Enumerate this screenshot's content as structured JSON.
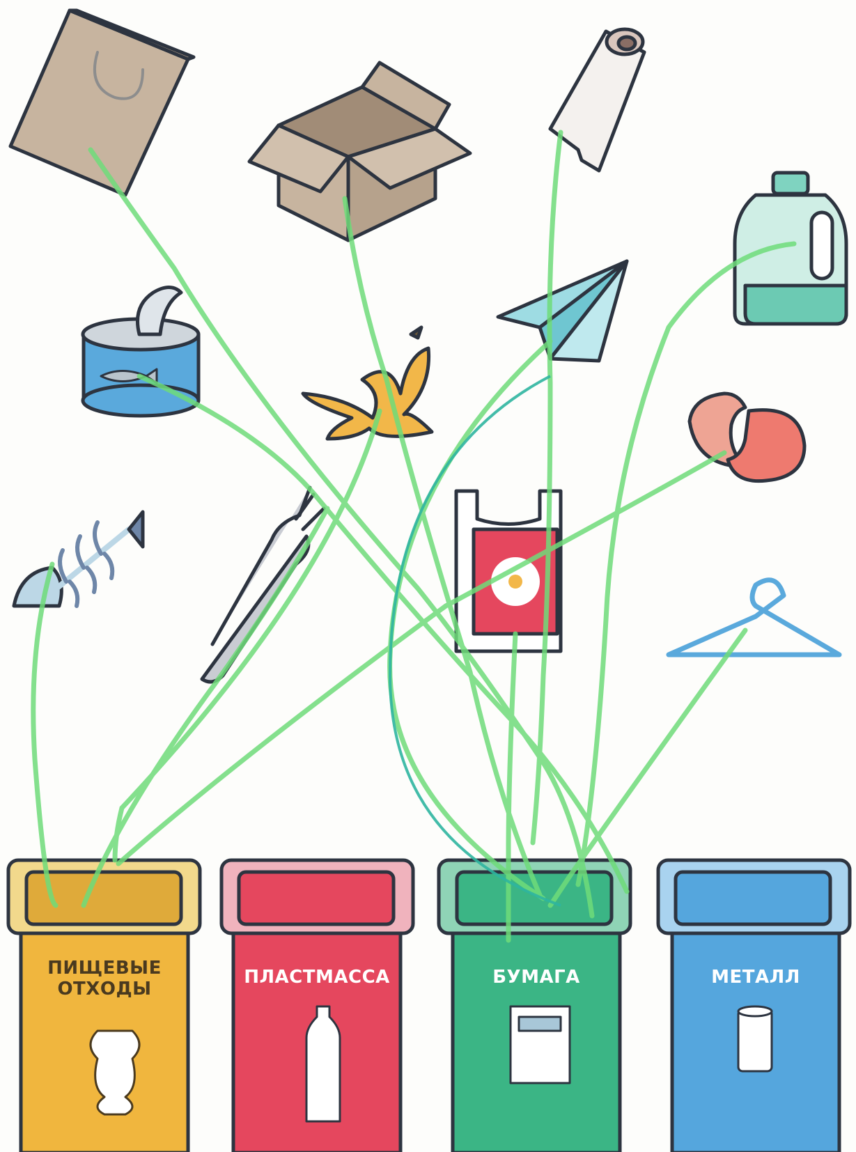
{
  "bins": [
    {
      "id": "food",
      "label_line1": "ПИЩЕВЫЕ",
      "label_line2": "ОТХОДЫ",
      "color": "#f0b63e",
      "lid": "#f2d98c",
      "icon": "apple-core-icon"
    },
    {
      "id": "plastic",
      "label": "ПЛАСТМАССА",
      "color": "#e5475e",
      "lid": "#f0b3bd",
      "icon": "plastic-bottle-icon"
    },
    {
      "id": "paper",
      "label": "БУМАГА",
      "color": "#3bb585",
      "lid": "#8fd4b6",
      "icon": "newspaper-icon"
    },
    {
      "id": "metal",
      "label": "МЕТАЛЛ",
      "color": "#55a6dd",
      "lid": "#a9d3ef",
      "icon": "soda-can-icon"
    }
  ],
  "items": [
    "paper-bag-icon",
    "cardboard-box-icon",
    "paper-roll-icon",
    "detergent-bottle-icon",
    "tin-can-icon",
    "banana-peel-icon",
    "paper-plane-icon",
    "eggshell-icon",
    "fish-skeleton-icon",
    "fork-icon",
    "plastic-bag-icon",
    "hanger-icon"
  ],
  "colors": {
    "drawn_line": "#6fdc7a",
    "drawn_line_alt": "#2fb5a0",
    "outline": "#2d3440"
  }
}
